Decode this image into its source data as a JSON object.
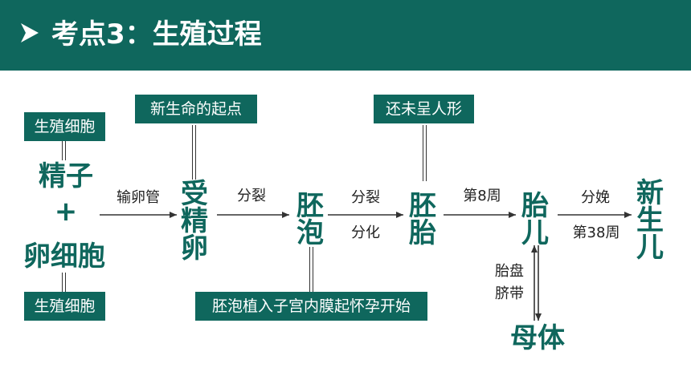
{
  "header": {
    "title": "考点3：生殖过程"
  },
  "nodes": {
    "sperm": "精子",
    "plus": "+",
    "egg": "卵细胞",
    "zygote": "受精卵",
    "blastocyst": "胚泡",
    "embryo": "胚胎",
    "fetus": "胎儿",
    "newborn": "新生儿",
    "mother": "母体"
  },
  "boxes": {
    "germ_cell_top": "生殖细胞",
    "germ_cell_bottom": "生殖细胞",
    "life_start": "新生命的起点",
    "not_human_shape": "还未呈人形",
    "implantation": "胚泡植入子宫内膜起怀孕开始"
  },
  "labels": {
    "oviduct": "输卵管",
    "divide1": "分裂",
    "divide2": "分裂",
    "differentiate": "分化",
    "week8": "第8周",
    "childbirth": "分娩",
    "week38": "第38周",
    "placenta": "胎盘",
    "umbilical": "脐带"
  },
  "colors": {
    "brand": "#0f675d",
    "arrow": "#333333"
  }
}
